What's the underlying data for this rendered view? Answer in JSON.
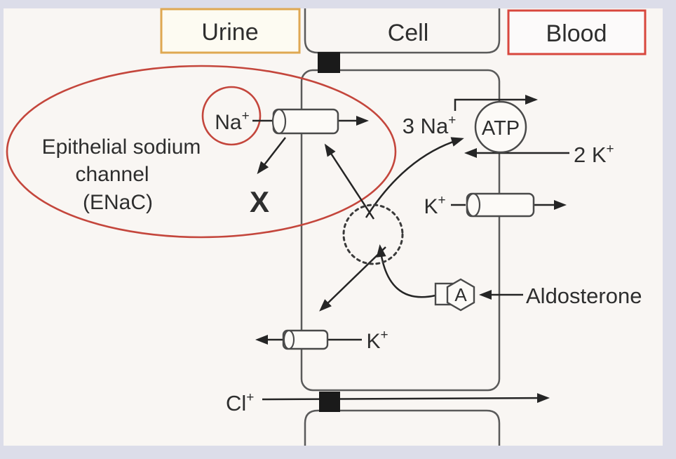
{
  "frame": {
    "border_color": "#dcdde9",
    "bg": "#f9f6f3"
  },
  "compartments": {
    "urine": {
      "label": "Urine",
      "border_color": "#dfa852"
    },
    "cell": {
      "label": "Cell"
    },
    "blood": {
      "label": "Blood",
      "border_color": "#d8473d"
    }
  },
  "annotations": {
    "enac_label": {
      "lines": [
        "Epithelial sodium",
        "channel",
        "(ENaC)"
      ],
      "highlight_color": "#c4463c"
    },
    "blocked_mark": "X",
    "aldosterone": "Aldosterone"
  },
  "ions": {
    "na_apical": {
      "base": "Na",
      "sup": "+"
    },
    "na3_pumped": {
      "base": "3 Na",
      "sup": "+"
    },
    "k2_pumped": {
      "base": "2 K",
      "sup": "+"
    },
    "k_basolateral": {
      "base": "K",
      "sup": "+"
    },
    "k_apical": {
      "base": "K",
      "sup": "+"
    },
    "cl_paracell": {
      "base": "Cl",
      "sup": "+"
    }
  },
  "pump": {
    "label": "ATP"
  },
  "receptor": {
    "label": "A"
  }
}
